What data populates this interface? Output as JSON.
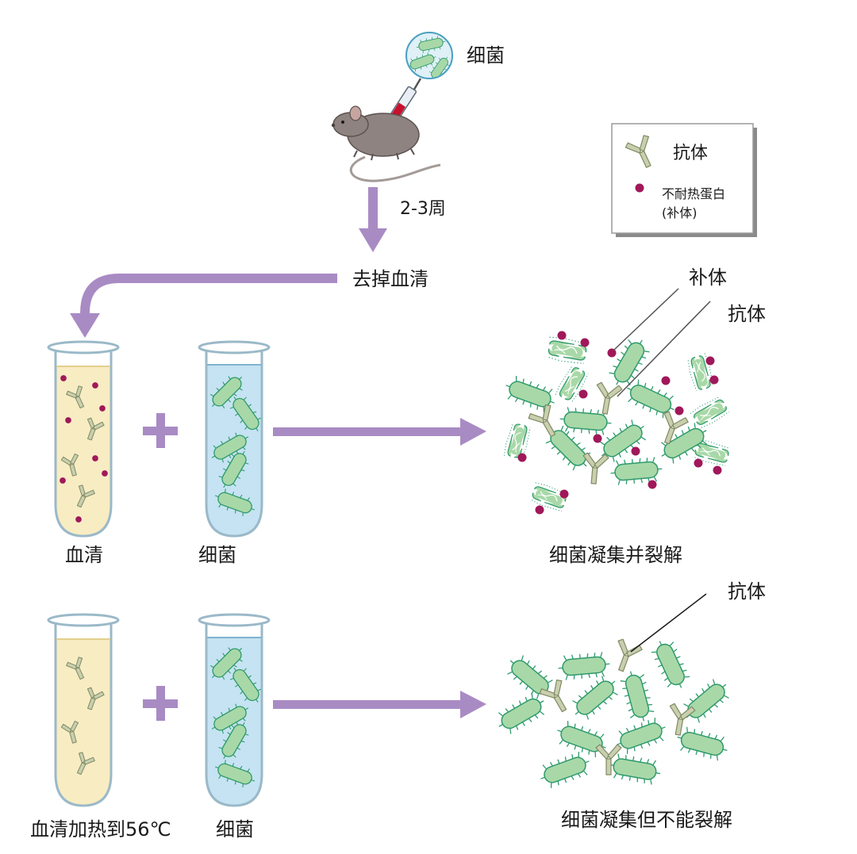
{
  "top": {
    "bacteria_label": "细菌",
    "weeks_label": "2-3周",
    "remove_serum_label": "去掉血清"
  },
  "legend": {
    "antibody_label": "抗体",
    "complement_label_line1": "不耐热蛋白",
    "complement_label_line2": "(补体)"
  },
  "row1": {
    "tube1_label": "血清",
    "tube2_label": "细菌",
    "result_label": "细菌凝集并裂解",
    "callout_complement": "补体",
    "callout_antibody": "抗体"
  },
  "row2": {
    "tube1_label": "血清加热到56℃",
    "tube2_label": "细菌",
    "result_label": "细菌凝集但不能裂解",
    "callout_antibody": "抗体"
  },
  "colors": {
    "purple_arrow": "#a98bc4",
    "bacterium_fill": "#a8d8a8",
    "bacterium_stroke": "#2e9a6b",
    "complement_dot": "#a0185a",
    "antibody_fill": "#c9cfae",
    "antibody_stroke": "#7f8a63",
    "serum_fill": "#f8ecc3",
    "bacteria_medium": "#c5e3f2"
  }
}
